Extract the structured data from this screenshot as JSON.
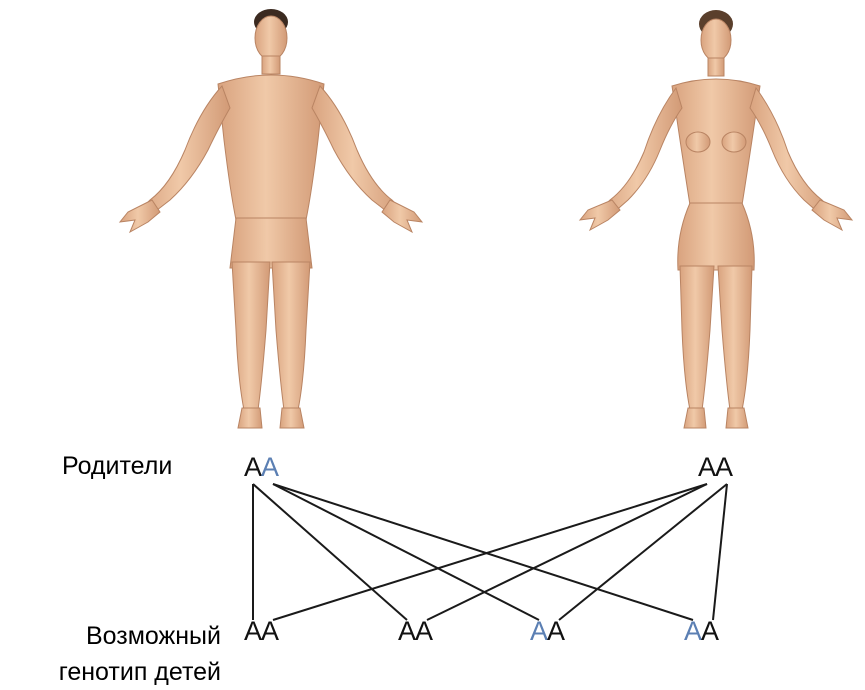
{
  "labels": {
    "parents": "Родители",
    "offspring_line1": "Возможный",
    "offspring_line2": "генотип детей"
  },
  "colors": {
    "dominant_allele": "#111111",
    "recessive_allele": "#5b7fb3",
    "cross_lines": "#1a1a1a",
    "skin": "#e8bf9c"
  },
  "figures": [
    {
      "name": "father",
      "icon": "male-figure"
    },
    {
      "name": "mother",
      "icon": "female-figure"
    }
  ],
  "parents": [
    {
      "alleles": [
        {
          "letter": "A",
          "colored": false
        },
        {
          "letter": "A",
          "colored": true
        }
      ]
    },
    {
      "alleles": [
        {
          "letter": "A",
          "colored": false
        },
        {
          "letter": "A",
          "colored": false
        }
      ]
    }
  ],
  "offspring": [
    {
      "alleles": [
        {
          "letter": "A",
          "colored": false
        },
        {
          "letter": "A",
          "colored": false
        }
      ]
    },
    {
      "alleles": [
        {
          "letter": "A",
          "colored": false
        },
        {
          "letter": "A",
          "colored": false
        }
      ]
    },
    {
      "alleles": [
        {
          "letter": "A",
          "colored": true
        },
        {
          "letter": "A",
          "colored": false
        }
      ]
    },
    {
      "alleles": [
        {
          "letter": "A",
          "colored": true
        },
        {
          "letter": "A",
          "colored": false
        }
      ]
    }
  ]
}
